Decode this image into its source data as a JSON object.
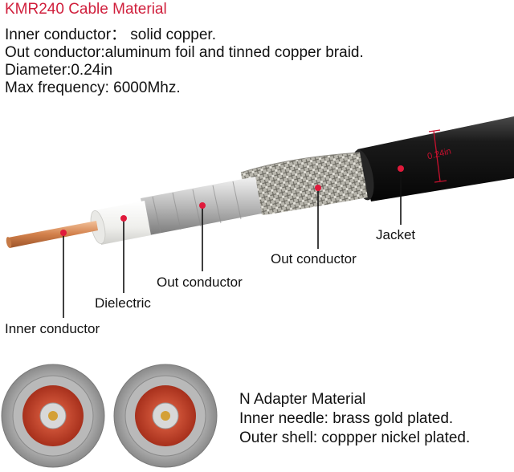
{
  "cable": {
    "title": "KMR240 Cable Material",
    "specs": [
      "Inner conductor： solid copper.",
      "Out conductor:aluminum foil and tinned copper braid.",
      "Diameter:0.24in",
      "Max frequency: 6000Mhz."
    ],
    "dimension_label": "0.24in",
    "labels": {
      "jacket": "Jacket",
      "out_conductor_braid": "Out conductor",
      "out_conductor_foil": "Out conductor",
      "dielectric": "Dielectric",
      "inner_conductor": "Inner conductor"
    }
  },
  "adapter": {
    "title": "N Adapter Material",
    "inner": "Inner needle: brass gold plated.",
    "outer": "Outer shell: coppper nickel plated."
  },
  "colors": {
    "accent": "#d01f3c",
    "jacket": "#151515",
    "copper": "#d98a55",
    "dielectric": "#f4f4f2",
    "silver": "#c9c9c9"
  }
}
